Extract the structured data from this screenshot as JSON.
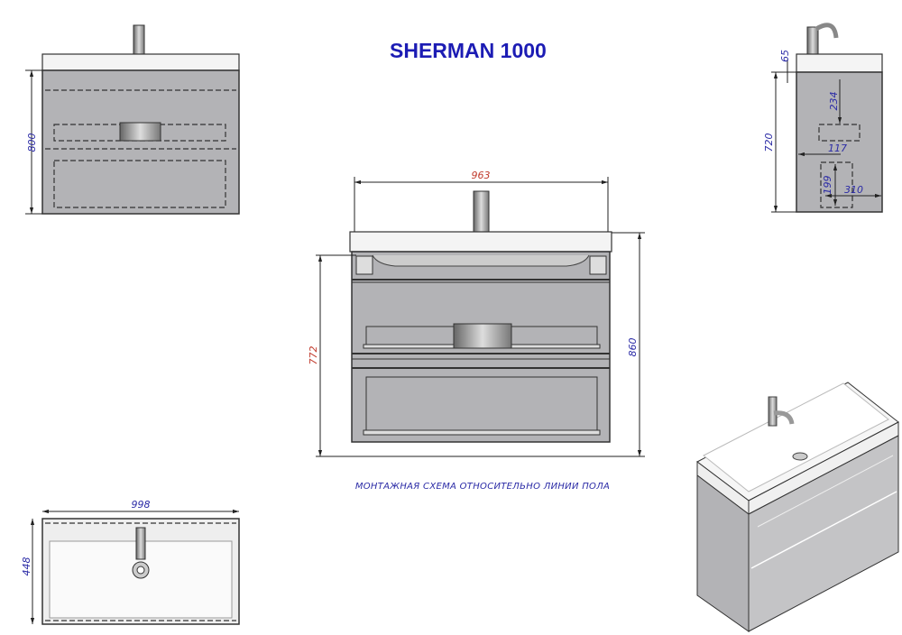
{
  "title": "SHERMAN 1000",
  "caption": "МОНТАЖНАЯ СХЕМА ОТНОСИТЕЛЬНО ЛИНИИ ПОЛА",
  "front_small": {
    "height": "800"
  },
  "side_view": {
    "faucet_offset": "65",
    "mount_height": "720",
    "drain_depth": "234",
    "offset": "117",
    "pipe_height": "199",
    "pipe_depth": "310"
  },
  "front_main": {
    "width": "963",
    "mount_height": "772",
    "total_height": "860"
  },
  "top_view": {
    "width": "998",
    "depth": "448"
  },
  "colors": {
    "title": "#1c1cb4",
    "dimension_blue": "#2b2ba6",
    "dimension_red": "#c0392b",
    "cabinet": "#b3b3b6"
  }
}
